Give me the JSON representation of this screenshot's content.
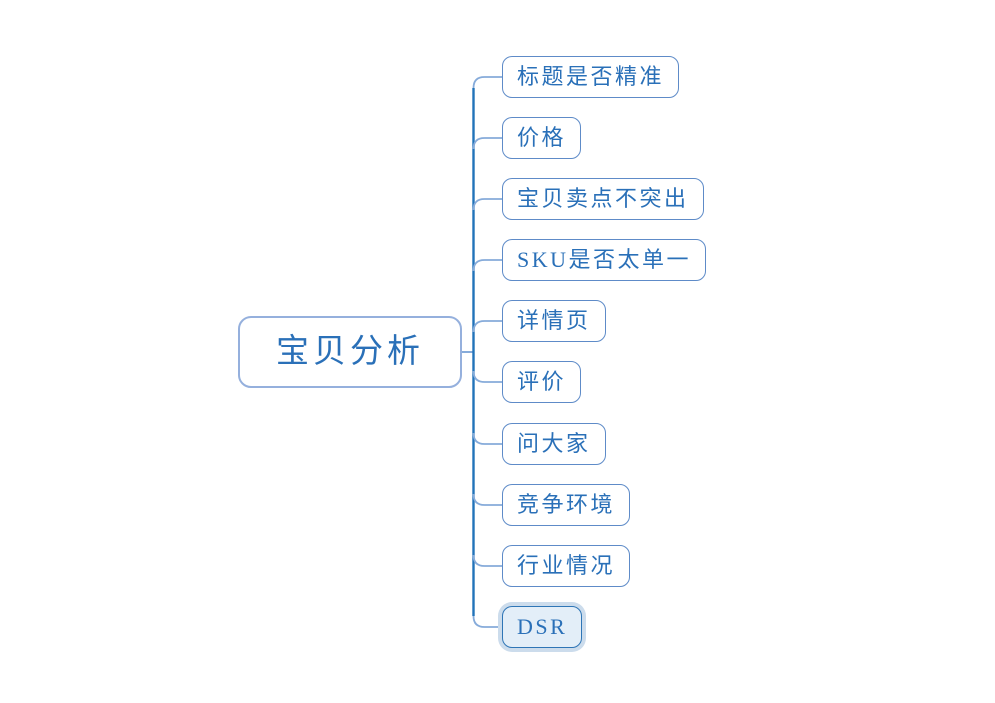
{
  "mindmap": {
    "root": {
      "label": "宝贝分析"
    },
    "children": [
      {
        "label": "标题是否精准",
        "selected": false
      },
      {
        "label": "价格",
        "selected": false
      },
      {
        "label": "宝贝卖点不突出",
        "selected": false
      },
      {
        "label": "SKU是否太单一",
        "selected": false
      },
      {
        "label": "详情页",
        "selected": false
      },
      {
        "label": "评价",
        "selected": false
      },
      {
        "label": "问大家",
        "selected": false
      },
      {
        "label": "竞争环境",
        "selected": false
      },
      {
        "label": "行业情况",
        "selected": false
      },
      {
        "label": "DSR",
        "selected": true
      }
    ],
    "colors": {
      "trunk_line": "#2173b9",
      "branch_line": "#86abda",
      "node_border": "#5e8bc8",
      "root_border": "#95b0dd",
      "text": "#2a70b8",
      "selected_fill": "#e3eef8",
      "selected_border": "#2e75b6",
      "selected_halo": "#ccdcec",
      "canvas_bg": "#ffffff"
    }
  }
}
